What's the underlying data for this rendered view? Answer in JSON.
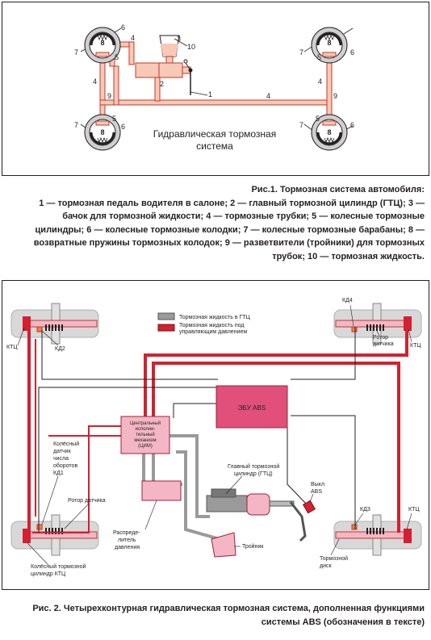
{
  "figure1": {
    "center_label_line1": "Гидравлическая тормозная",
    "center_label_line2": "система",
    "num": {
      "n1": "1",
      "n2": "2",
      "n3": "3",
      "n4": "4",
      "n5": "5",
      "n6": "6",
      "n7": "7",
      "n8": "8",
      "n9": "9",
      "n10": "10"
    },
    "caption": {
      "title": "Рис.1. Тормозная система автомобиля:",
      "line1": "1 — тормозная педаль водителя в салоне; 2 — главный тормозной цилиндр (ГТЦ); 3 —",
      "line2": "бачок для тормозной жидкости; 4 — тормозные трубки; 5 — колесные тормозные",
      "line3": "цилиндры; 6 — колесные тормозные колодки; 7 — колесные тормозные барабаны; 8 —",
      "line4": "возвратные пружины тормозных колодок; 9 — разветвители (тройники) для тормозных",
      "line5": "трубок; 10 — тормозная жидкость."
    }
  },
  "figure2": {
    "legend": {
      "gray": "Тормозная жидкость в ГТЦ",
      "red_line1": "Тормозная жидкость под",
      "red_line2": "управляющим давлением"
    },
    "labels": {
      "ktc_top_left": "КТЦ",
      "kd2": "КД2",
      "kd4": "КД4",
      "rotor_top_line1": "Ротор",
      "rotor_top_line2": "датчика",
      "ktc_top_right": "КТЦ",
      "ebu": "ЭБУ ABS",
      "cim_line1": "Центральный",
      "cim_line2": "исполни-",
      "cim_line3": "тельный",
      "cim_line4": "механизм",
      "cim_line5": "(ЦИМ)",
      "wheel_sensor_line1": "Колёсный",
      "wheel_sensor_line2": "датчик",
      "wheel_sensor_line3": "числа",
      "wheel_sensor_line4": "оборотов",
      "wheel_sensor_line5": "КД1",
      "rotor_sensor": "Ротор датчика",
      "gtc_line1": "Главный тормозной",
      "gtc_line2": "цилиндр (ГТЦ)",
      "abs_off_line1": "Выкл.",
      "abs_off_line2": "ABS",
      "kd3": "КД3",
      "ktc_bottom_right": "КТЦ",
      "distributor_line1": "Распреде-",
      "distributor_line2": "литель",
      "distributor_line3": "давления",
      "tee": "Тройник",
      "wheel_cyl_line1": "Колёсный тормозной",
      "wheel_cyl_line2": "цилиндр КТЦ",
      "brake_disc_line1": "Тормозной",
      "brake_disc_line2": "диск"
    },
    "caption": {
      "line1": "Рис. 2. Четырехконтурная гидравлическая тормозная система, дополненная функциями",
      "line2": "системы ABS (обозначения в тексте)"
    }
  },
  "colors": {
    "pipe_fill": "#f7c9b6",
    "pipe_stroke": "#c0392b",
    "red_line": "#d42030",
    "ebu_fill": "#e0507a",
    "module_fill": "#f4b6c4",
    "gray_line": "#9a9a9a",
    "panel_gray": "#d8d8d8"
  }
}
